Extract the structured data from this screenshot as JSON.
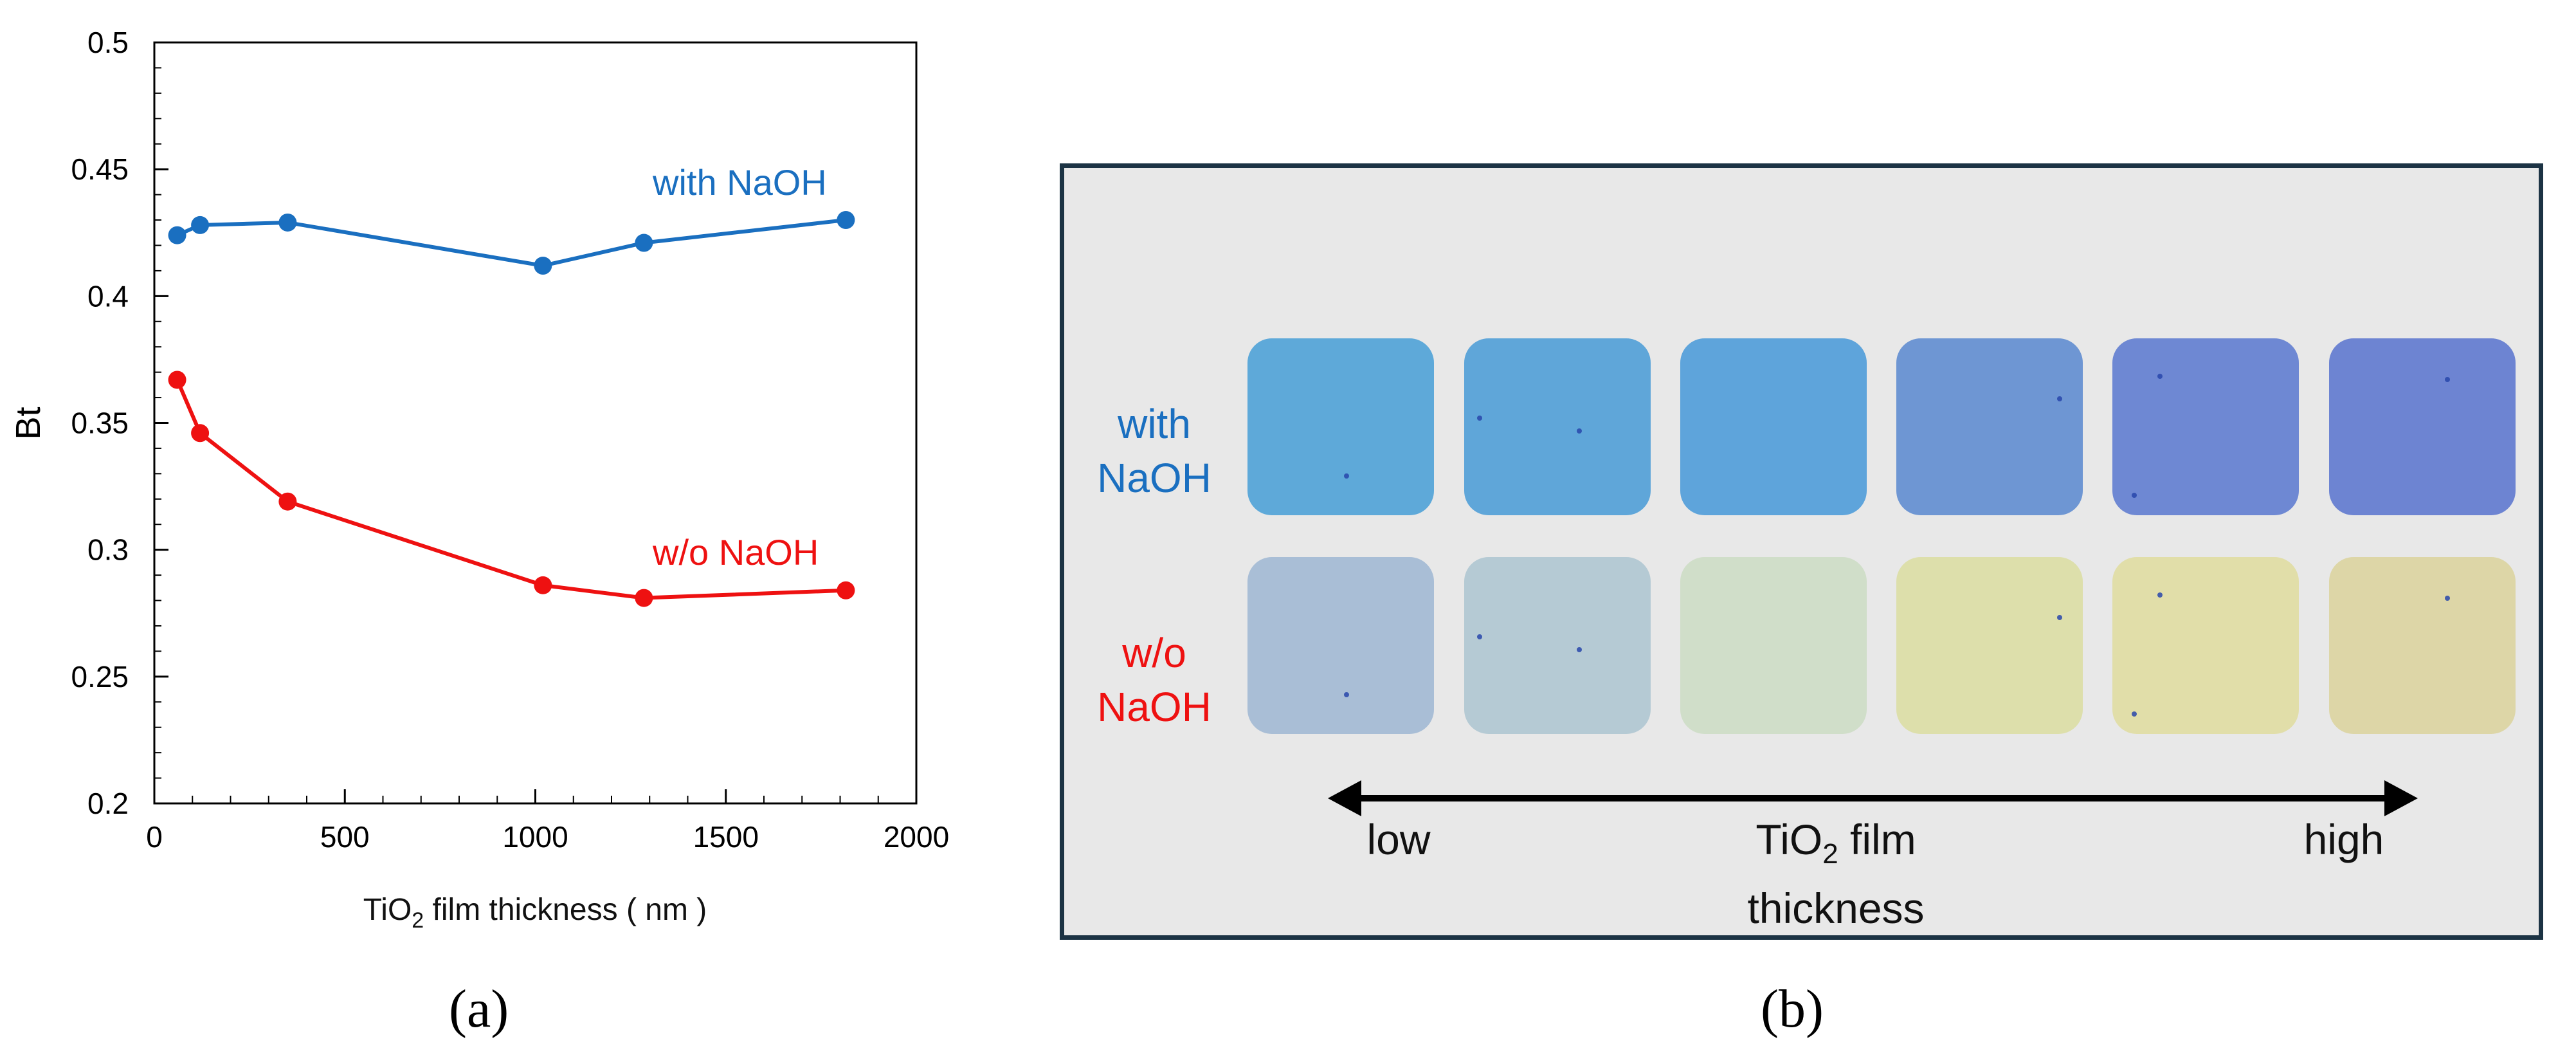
{
  "chart_data": {
    "type": "line",
    "xlabel_main": "TiO",
    "xlabel_sub": "2",
    "xlabel_rest": " film thickness ( nm )",
    "ylabel": "Bt",
    "xlim": [
      0,
      2000
    ],
    "ylim": [
      0.2,
      0.5
    ],
    "x_ticks": [
      "0",
      "500",
      "1000",
      "1500",
      "2000"
    ],
    "y_ticks": [
      "0.2",
      "0.25",
      "0.3",
      "0.35",
      "0.4",
      "0.45",
      "0.5"
    ],
    "series": [
      {
        "name": "with NaOH",
        "color": "#1a6fc0",
        "x": [
          60,
          120,
          350,
          1020,
          1285,
          1815
        ],
        "y": [
          0.424,
          0.428,
          0.429,
          0.412,
          0.421,
          0.43
        ]
      },
      {
        "name": "w/o NaOH",
        "color": "#ee1111",
        "x": [
          60,
          120,
          350,
          1020,
          1285,
          1815
        ],
        "y": [
          0.367,
          0.346,
          0.319,
          0.286,
          0.281,
          0.284
        ]
      }
    ]
  },
  "panel_labels": {
    "a": "(a)",
    "b": "(b)"
  },
  "panel_b": {
    "row_with_line1": "with",
    "row_with_line2": "NaOH",
    "row_without_line1": "w/o",
    "row_without_line2": "NaOH",
    "low_label": "low",
    "high_label": "high",
    "center_main": "TiO",
    "center_sub": "2",
    "center_rest": " film",
    "center_line2": "thickness",
    "with_naoh_swatch_colors": [
      "#5ea9d9",
      "#5fa6d9",
      "#5ea4db",
      "#6e96d3",
      "#6e88d3",
      "#6d84d2"
    ],
    "without_naoh_swatch_colors": [
      "#a9bed6",
      "#b5cad4",
      "#d0dec9",
      "#dddfab",
      "#e1dea9",
      "#ddd6a7"
    ],
    "text_blue": "#1a6fc0",
    "text_red": "#ee1111"
  }
}
